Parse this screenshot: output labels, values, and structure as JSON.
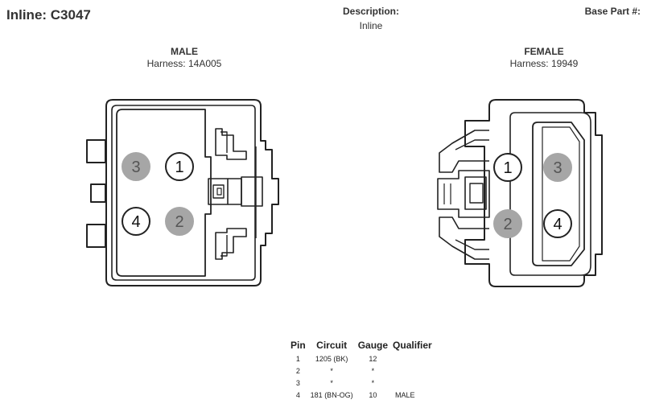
{
  "header": {
    "title": "Inline: C3047",
    "description_label": "Description:",
    "description_value": "Inline",
    "base_part_label": "Base Part #:"
  },
  "male": {
    "label": "MALE",
    "harness": "Harness: 14A005",
    "pins": [
      {
        "number": "3",
        "shaded": true
      },
      {
        "number": "1",
        "shaded": false
      },
      {
        "number": "4",
        "shaded": false
      },
      {
        "number": "2",
        "shaded": true
      }
    ]
  },
  "female": {
    "label": "FEMALE",
    "harness": "Harness: 19949",
    "pins": [
      {
        "number": "1",
        "shaded": false
      },
      {
        "number": "3",
        "shaded": true
      },
      {
        "number": "2",
        "shaded": true
      },
      {
        "number": "4",
        "shaded": false
      }
    ]
  },
  "pin_table": {
    "headers": [
      "Pin",
      "Circuit",
      "Gauge",
      "Qualifier"
    ],
    "rows": [
      [
        "1",
        "1205 (BK)",
        "12",
        ""
      ],
      [
        "2",
        "*",
        "*",
        ""
      ],
      [
        "3",
        "*",
        "*",
        ""
      ],
      [
        "4",
        "181 (BN-OG)",
        "10",
        "MALE"
      ]
    ]
  },
  "colors": {
    "outline": "#222222",
    "shaded_pin": "#a6a6a6",
    "open_pin": "#ffffff"
  }
}
